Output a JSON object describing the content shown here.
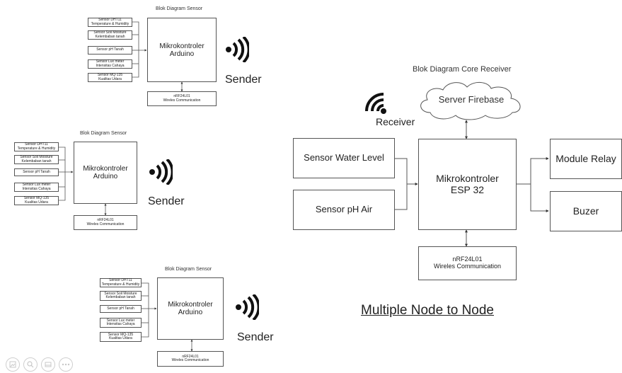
{
  "sensor_blocks": [
    {
      "title": "Blok Diagram Sensor",
      "sensors": [
        "Sensor DHT11\nTemperature & Humidity",
        "Sensor Soil Moisture\nKelembaban tanah",
        "Sensor pH Tanah",
        "Sensor Lux meter\nIntensitas Cahaya",
        "Sensor MQ-135\nKualitas Udara"
      ],
      "controller": "Mikrokontroler\nArduino",
      "radio": "nRF24L01\nWireles Communication",
      "sender_label": "Sender"
    },
    {
      "title": "Blok Diagram Sensor",
      "sensors": [
        "Sensor DHT11\nTemperature & Humidity",
        "Sensor Soil Moisture\nKelembaban tanah",
        "Sensor pH Tanah",
        "Sensor Lux meter\nIntensitas Cahaya",
        "Sensor MQ-135\nKualitas Udara"
      ],
      "controller": "Mikrokontroler\nArduino",
      "radio": "nRF24L01\nWireles Communication",
      "sender_label": "Sender"
    },
    {
      "title": "Blok Diagram Sensor",
      "sensors": [
        "Sensor DHT11\nTemperature & Humidity",
        "Sensor Soil Moisture\nKelembaban tanah",
        "Sensor pH Tanah",
        "Sensor Lux meter\nIntensitas Cahaya",
        "Sensor MQ-135\nKualitas Udara"
      ],
      "controller": "Mikrokontroler\nArduino",
      "radio": "nRF24L01\nWireles Communication",
      "sender_label": "Sender"
    }
  ],
  "receiver": {
    "title": "Blok Diagram Core Receiver",
    "cloud": "Server Firebase",
    "receiver_label": "Receiver",
    "inputs": [
      "Sensor Water Level",
      "Sensor pH Air"
    ],
    "controller": "Mikrokontroler\nESP 32",
    "outputs": [
      "Module Relay",
      "Buzer"
    ],
    "radio": "nRF24L01\nWireles Communication"
  },
  "footer_title": "Multiple Node to Node",
  "slide_controls": [
    "image-icon",
    "search-icon",
    "slides-icon",
    "more-icon"
  ]
}
